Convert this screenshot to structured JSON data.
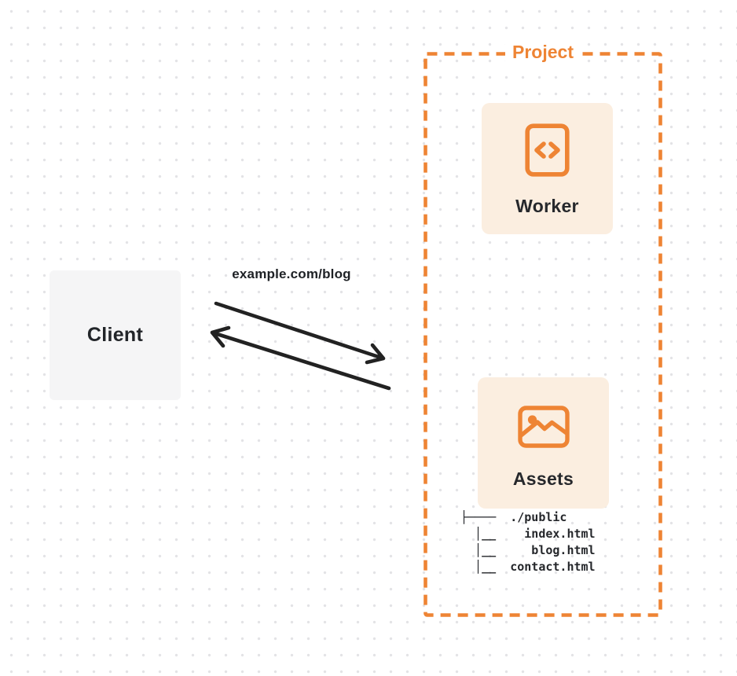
{
  "diagram": {
    "client_label": "Client",
    "request_label": "example.com/blog",
    "project_label": "Project",
    "worker_label": "Worker",
    "assets_label": "Assets",
    "file_tree": "├────  ./public\n  │__    index.html\n  │__     blog.html\n  │__  contact.html",
    "icons": {
      "worker": "code-icon",
      "assets": "image-icon"
    },
    "colors": {
      "accent_orange": "#ee8434",
      "card_background": "#fbeee0",
      "client_background": "#f5f5f6",
      "text_dark": "#222529",
      "arrow_black": "#222222",
      "dot_grid": "#e3e3e6"
    }
  }
}
